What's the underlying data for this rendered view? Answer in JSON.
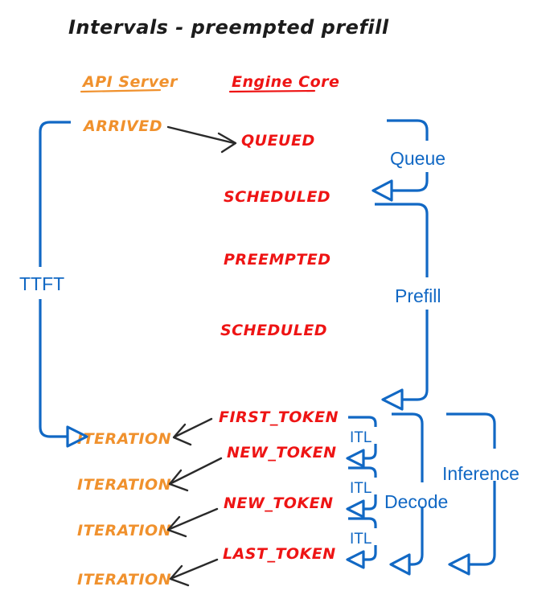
{
  "page": {
    "title": "Intervals - preempted prefill",
    "background": "#ffffff"
  },
  "colors": {
    "title": "#1c1c1c",
    "api_server_orange": "#f0912d",
    "engine_core_red": "#ee1414",
    "interval_blue": "#1168c4",
    "arrow_black": "#2a2a2a"
  },
  "columns": [
    {
      "id": "api-server",
      "label": "API Server",
      "color": "#f0912d"
    },
    {
      "id": "engine-core",
      "label": "Engine Core",
      "color": "#ee1414"
    }
  ],
  "api_server_events": [
    {
      "id": "arrived",
      "label": "ARRIVED"
    },
    {
      "id": "iteration-1",
      "label": "ITERATION"
    },
    {
      "id": "iteration-2",
      "label": "ITERATION"
    },
    {
      "id": "iteration-3",
      "label": "ITERATION"
    },
    {
      "id": "iteration-4",
      "label": "ITERATION"
    }
  ],
  "engine_core_events": [
    {
      "id": "queued",
      "label": "QUEUED"
    },
    {
      "id": "scheduled-1",
      "label": "SCHEDULED"
    },
    {
      "id": "preempted",
      "label": "PREEMPTED"
    },
    {
      "id": "scheduled-2",
      "label": "SCHEDULED"
    },
    {
      "id": "first-token",
      "label": "FIRST_TOKEN"
    },
    {
      "id": "new-token-1",
      "label": "NEW_TOKEN"
    },
    {
      "id": "new-token-2",
      "label": "NEW_TOKEN"
    },
    {
      "id": "last-token",
      "label": "LAST_TOKEN"
    }
  ],
  "intervals": [
    {
      "id": "ttft",
      "label": "TTFT"
    },
    {
      "id": "queue",
      "label": "Queue"
    },
    {
      "id": "prefill",
      "label": "Prefill"
    },
    {
      "id": "decode",
      "label": "Decode"
    },
    {
      "id": "inference",
      "label": "Inference"
    },
    {
      "id": "itl-1",
      "label": "ITL"
    },
    {
      "id": "itl-2",
      "label": "ITL"
    },
    {
      "id": "itl-3",
      "label": "ITL"
    }
  ]
}
